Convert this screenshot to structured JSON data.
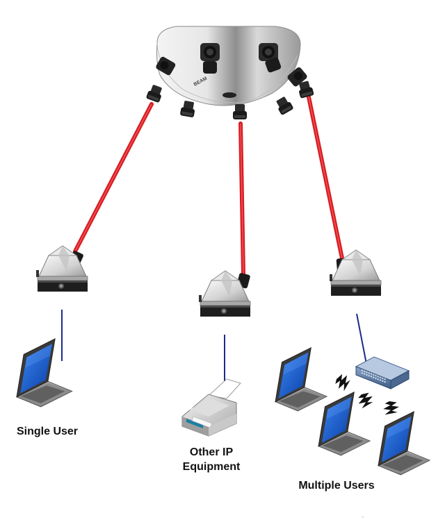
{
  "labels": {
    "single_user": "Single User",
    "other_ip_line1": "Other IP",
    "other_ip_line2": "Equipment",
    "multiple_users": "Multiple Users"
  },
  "hub_brand_text": "BEAM",
  "colors": {
    "laser_beam": "#d81c22",
    "data_cable": "#1c2a8a",
    "laptop_screen": "#1f63d8",
    "switch_body": "#5f7fa8",
    "wireless_bolt": "#111111"
  },
  "icons": [
    "central-hub-icon",
    "transceiver-icon",
    "laptop-icon",
    "printer-icon",
    "network-switch-icon",
    "wireless-bolt-icon"
  ]
}
